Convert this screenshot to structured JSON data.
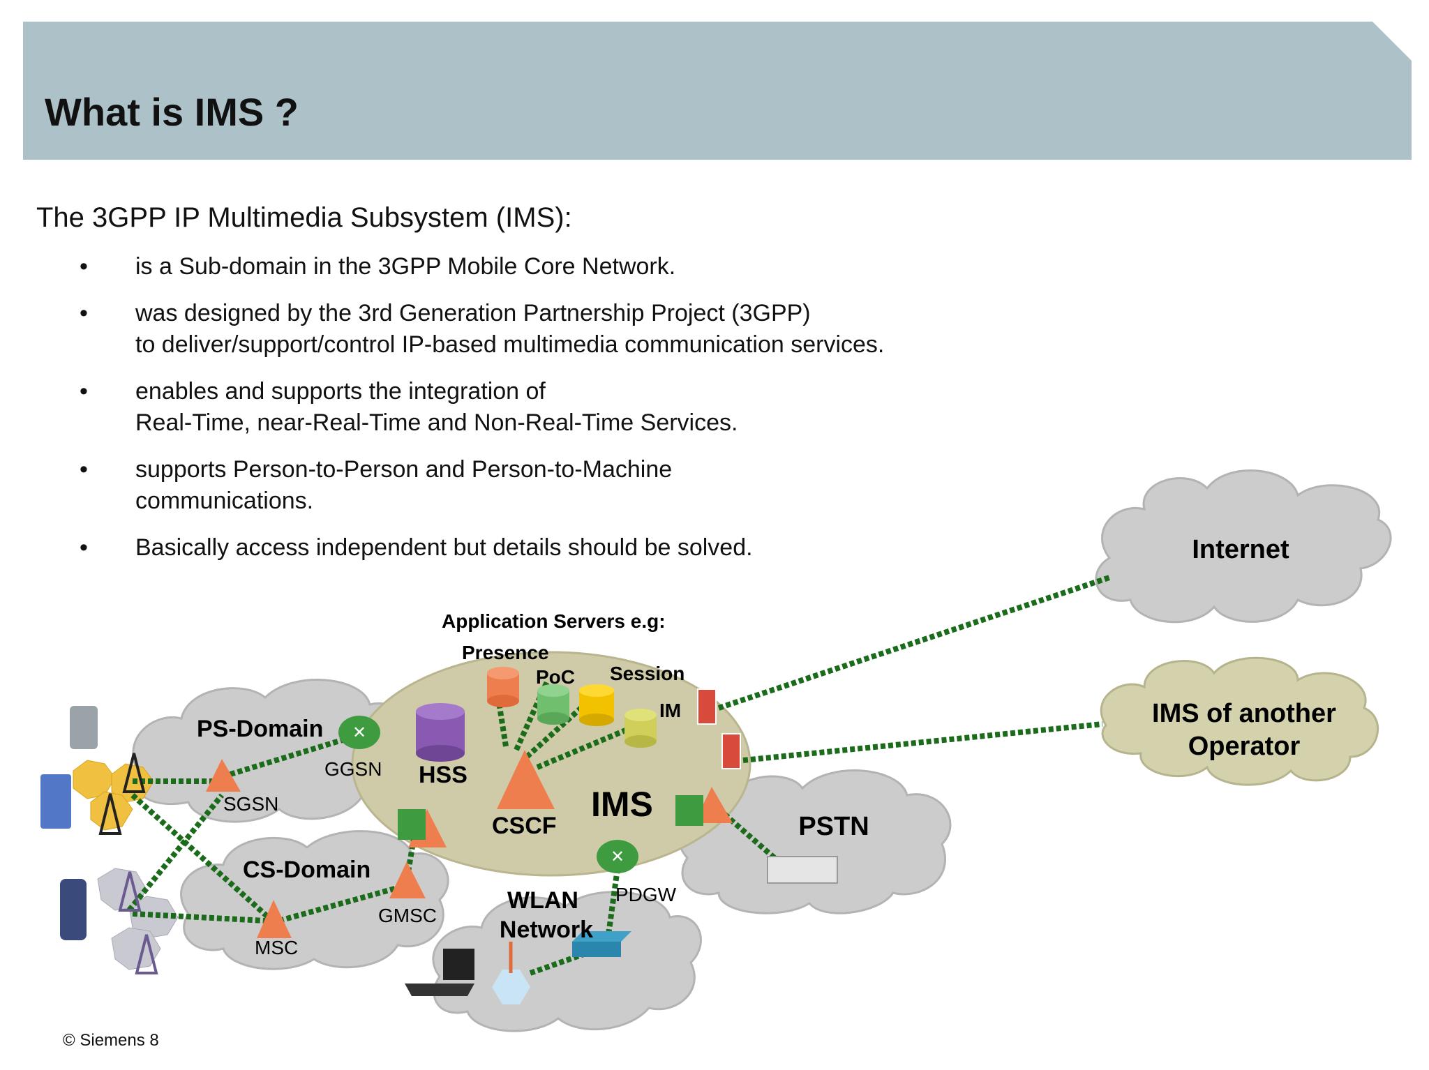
{
  "title": "What is IMS ?",
  "intro": "The 3GPP IP Multimedia Subsystem (IMS):",
  "bullets": [
    {
      "line1": "is a Sub-domain in the 3GPP Mobile Core Network.",
      "line2": ""
    },
    {
      "line1": "was designed by the 3rd Generation Partnership Project (3GPP)",
      "line2": "to deliver/support/control IP-based multimedia communication services."
    },
    {
      "line1": "enables and supports the integration of",
      "line2": "Real-Time, near-Real-Time and Non-Real-Time Services."
    },
    {
      "line1": "supports Person-to-Person and Person-to-Machine",
      "line2": "communications."
    },
    {
      "line1": "Basically access independent but details should be solved.",
      "line2": ""
    }
  ],
  "bullet_symbol": "•",
  "diagram": {
    "app_servers": "Application Servers e.g:",
    "presence": "Presence",
    "poc": "PoC",
    "session": "Session",
    "im": "IM",
    "hss": "HSS",
    "cscf": "CSCF",
    "ims": "IMS",
    "ps_domain": "PS-Domain",
    "ggsn": "GGSN",
    "sgsn": "SGSN",
    "cs_domain": "CS-Domain",
    "gmsc": "GMSC",
    "msc": "MSC",
    "wlan1": "WLAN",
    "wlan2": "Network",
    "pdgw": "PDGW",
    "pstn": "PSTN",
    "internet": "Internet",
    "other_op1": "IMS of another",
    "other_op2": "Operator"
  },
  "footer": "© Siemens 8",
  "colors": {
    "title_bar": "#adc1c8",
    "ims_ellipse": "#cfcba8",
    "cloud_grey": "#cccccc",
    "cloud_olive": "#d3d2ad",
    "link_green": "#1a6b1a",
    "node_orange": "#ef7e4f",
    "router_green": "#3f9b3f"
  }
}
